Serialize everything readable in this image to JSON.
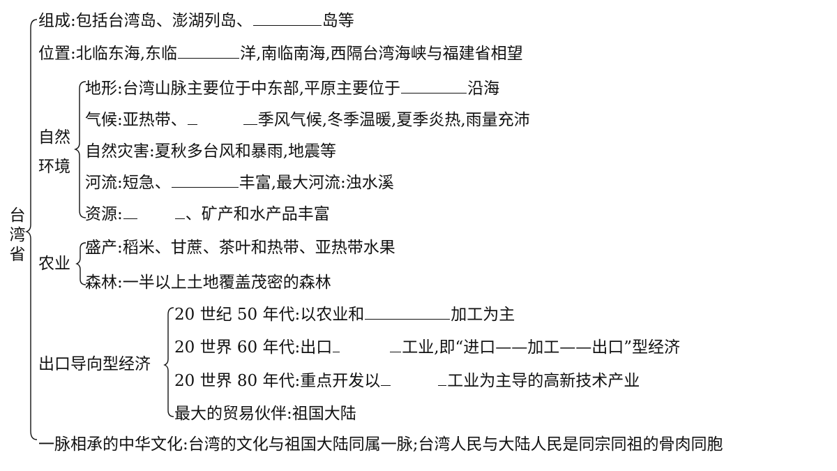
{
  "root": "台湾省",
  "l1": {
    "zucheng": {
      "a": "组成:包括台湾岛、澎湖列岛、",
      "b": "岛等"
    },
    "weizhi": {
      "a": "位置:北临东海,东临",
      "b": "洋,南临南海,西隔台湾海峡与福建省相望"
    },
    "ziran": {
      "label_top": "自然",
      "label_bottom": "环境",
      "dixing": {
        "a": "地形:台湾山脉主要位于中东部,平原主要位于",
        "b": "沿海"
      },
      "qihou": {
        "a": "气候:亚热带、",
        "b": "季风气候,冬季温暖,夏季炎热,雨量充沛"
      },
      "zaihai": {
        "text": "自然灾害:夏秋多台风和暴雨,地震等"
      },
      "heliu": {
        "a": "河流:短急、",
        "b": "丰富,最大河流:浊水溪"
      },
      "ziyuan": {
        "a": "资源:",
        "b": "、矿产和水产品丰富"
      }
    },
    "nongye": {
      "label": "农业",
      "shengchan": "盛产:稻米、甘蔗、茶叶和热带、亚热带水果",
      "senlin": "森林:一半以上土地覆盖茂密的森林"
    },
    "jingji": {
      "label": "出口导向型经济",
      "s50": {
        "a": "20 世纪 50 年代:以农业和",
        "b": "加工为主"
      },
      "s60": {
        "a": "20 世界 60 年代:出口",
        "b": "工业,即“进口——加工——出口”型经济"
      },
      "s80": {
        "a": "20 世界 80 年代:重点开发以",
        "b": "工业为主导的高新技术产业"
      },
      "partner": "最大的贸易伙伴:祖国大陆"
    },
    "wenhua": "一脉相承的中华文化:台湾的文化与祖国大陆同属一脉;台湾人民与大陆人民是同宗同祖的骨肉同胞"
  }
}
